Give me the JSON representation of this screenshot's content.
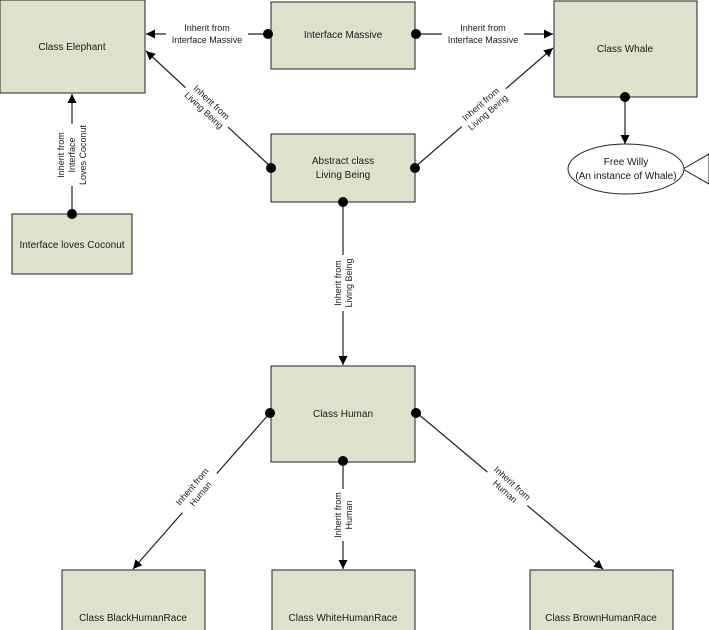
{
  "nodes": {
    "elephant": "Class Elephant",
    "massive": "Interface Massive",
    "whale": "Class Whale",
    "living_being": [
      "Abstract class",
      "Living Being"
    ],
    "free_willy": [
      "Free Willy",
      "(An instance of Whale)"
    ],
    "coconut": "Interface loves Coconut",
    "human": "Class Human",
    "black": "Class BlackHumanRace",
    "white": "Class WhiteHumanRace",
    "brown": "Class BrownHumanRace"
  },
  "edges": {
    "massive_to_elephant": [
      "Inherit from",
      "Interface Massive"
    ],
    "massive_to_whale": [
      "Inherit from",
      "Interface Massive"
    ],
    "living_to_elephant": [
      "Inherit from",
      "Living Being"
    ],
    "living_to_whale": [
      "Inherit from",
      "Living Being"
    ],
    "coconut_to_elephant": [
      "Inherit from",
      "Interface",
      "Loves Coconut"
    ],
    "living_to_human": [
      "Inherit from",
      "Living Being"
    ],
    "human_to_black": [
      "Inherit from",
      "Human"
    ],
    "human_to_white": [
      "Inherit from",
      "Human"
    ],
    "human_to_brown": [
      "Inherit from",
      "Human"
    ]
  },
  "colors": {
    "box_fill": "#dfe1cc",
    "line": "#222222"
  }
}
